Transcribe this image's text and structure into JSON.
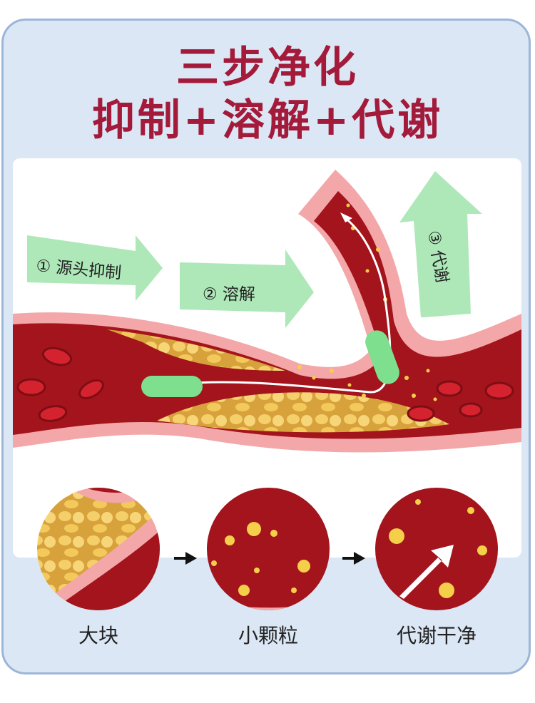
{
  "title": {
    "line1": "三步净化",
    "line2": "抑制+溶解+代谢"
  },
  "steps": [
    {
      "label": "① 源头抑制"
    },
    {
      "label": "② 溶解"
    },
    {
      "label": "③ 代谢"
    }
  ],
  "stages": [
    {
      "label": "大块"
    },
    {
      "label": "小颗粒"
    },
    {
      "label": "代谢干净"
    }
  ],
  "colors": {
    "title": "#a31a3a",
    "vessel": "#a3141c",
    "vessel_wall": "#f3a7a8",
    "plaque": "#f2c65e",
    "arrow_green": "#aee8b8",
    "capsule": "#7ee08f"
  }
}
